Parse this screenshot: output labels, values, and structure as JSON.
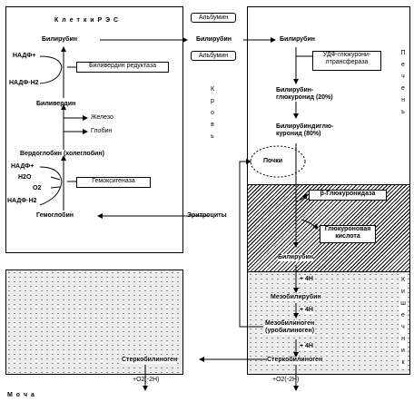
{
  "left_panel": {
    "title": "К л е т к и   Р Э С",
    "bilirubin": "Билирубин",
    "nadf_plus": "НАДФ+",
    "nadf_h2": "НАДФ·Н2",
    "reductase": "Биливердин редуктаза",
    "biliverdin": "Биливердин",
    "iron": "Железо",
    "globin": "Глобин",
    "verdoglobin": "Вердоглобин (холеглобин)",
    "nadf_plus_2": "НАДФ+",
    "h2o": "Н2О",
    "o2": "О2",
    "nadf_h2_2": "НАДФ·Н2",
    "oxygenase": "Гемоксигеназа",
    "hemoglobin": "Гемоглобин"
  },
  "blood": {
    "albumin_top": "Альбумин",
    "bilirubin": "Билирубин",
    "albumin_bottom": "Альбумин",
    "vertical": [
      "К",
      "р",
      "о",
      "в",
      "ь"
    ],
    "erythrocytes": "Эритроциты",
    "kidney": "Почки"
  },
  "liver": {
    "bilirubin": "Билирубин",
    "udp": "УДФ-глюкурони-\nлтрансфераза",
    "glucuronide": "Билирубин-\nглюкуронид (20%)",
    "diglucuronide": "Билирубиндиглю-\nкуронид (80%)",
    "vertical_right": [
      "П",
      "е",
      "ч",
      "е",
      "н",
      "ь"
    ]
  },
  "intestine": {
    "beta": "β-Глюкуронидаза",
    "glucuronic": "Глюкуроновая\nкислота",
    "bilirubin": "Билирубин",
    "h1": "+ 4Н",
    "mesobilirubin": "Мезобилирубин",
    "h2": "+ 4Н",
    "mesobilinogen": "Мезобилиноген\n(уробилиноген)",
    "h3": "+ 4Н",
    "stercobilinogen": "Стеркобилиноген",
    "stercobilinogen_left": "Стеркобилиноген",
    "bottom_left": "+О2(-2Н)",
    "bottom_right": "+О2(-2Н)",
    "vertical_right": [
      "К",
      "и",
      "ш",
      "е",
      "ч",
      "н",
      "и",
      "к"
    ]
  },
  "urine": "М о ч а"
}
